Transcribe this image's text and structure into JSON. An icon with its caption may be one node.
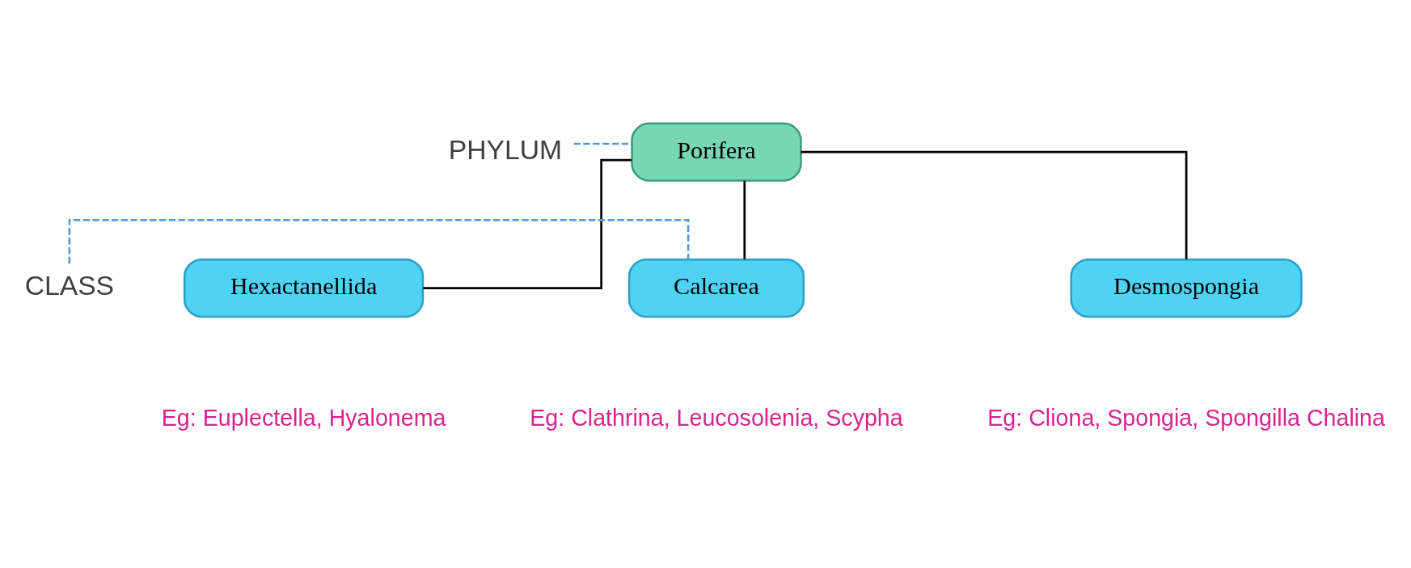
{
  "diagram": {
    "nodes": [
      {
        "text": [
          "PHYLUM"
        ]
      },
      {
        "text": [
          "Porifera"
        ]
      },
      {
        "text": [
          "CLASS"
        ]
      },
      {
        "text": [
          "Calcarea"
        ],
        "beside": [
          "Eg: Clathrina, Leucosolenia, Scypha"
        ]
      },
      {
        "text": [
          "Desmospongia"
        ],
        "beside": [
          "Eg: Cliona, Spongia, Spongilla Chalina"
        ]
      },
      {
        "text": [
          "Hexactanellida"
        ],
        "beside": [
          "Eg: Euplectella, Hyalonema"
        ]
      }
    ],
    "edges": [
      {
        "from": 0,
        "to": 1,
        "arrow": "none",
        "style": "dashed",
        "color": "#5b9bd5"
      },
      {
        "from": 1,
        "to": 3,
        "arrow": "none"
      },
      {
        "from": 1,
        "to": 4,
        "arrow": "none"
      },
      {
        "from": 1,
        "to": 5,
        "arrow": "none"
      },
      {
        "from": 2,
        "to": 3,
        "arrow": "none",
        "style": "dashed",
        "color": "#5b9bd5"
      }
    ]
  }
}
